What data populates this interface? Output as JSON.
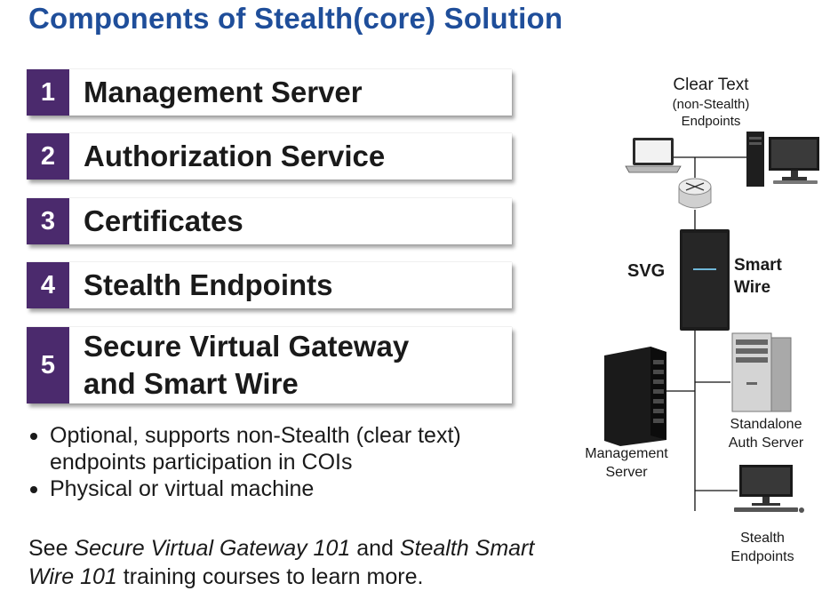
{
  "title": "Components of Stealth(core) Solution",
  "components": [
    {
      "num": "1",
      "label": "Management Server"
    },
    {
      "num": "2",
      "label": "Authorization Service"
    },
    {
      "num": "3",
      "label": "Certificates"
    },
    {
      "num": "4",
      "label": "Stealth Endpoints"
    },
    {
      "num": "5",
      "label_line1": "Secure Virtual Gateway",
      "label_line2": "and Smart Wire"
    }
  ],
  "bullets": [
    {
      "line1": "Optional, supports non-Stealth (clear text)",
      "line2": "endpoints participation in COIs"
    },
    {
      "line1": "Physical or virtual machine"
    }
  ],
  "see_more": {
    "pre": "See ",
    "course1": "Secure Virtual Gateway 101",
    "mid": " and ",
    "course2": "Stealth Smart Wire 101",
    "post": " training courses to learn more."
  },
  "diagram": {
    "clear_text_line1": "Clear Text",
    "clear_text_line2": "(non-Stealth)",
    "clear_text_line3": "Endpoints",
    "svg": "SVG",
    "smart_wire_line1": "Smart",
    "smart_wire_line2": "Wire",
    "mgmt_line1": "Management",
    "mgmt_line2": "Server",
    "auth_line1": "Standalone",
    "auth_line2": "Auth Server",
    "stealth_line1": "Stealth",
    "stealth_line2": "Endpoints"
  },
  "colors": {
    "title": "#1f4e9a",
    "number_badge": "#4b2a6d"
  },
  "icons": [
    "laptop-icon",
    "desktop-tower-icon",
    "monitor-icon",
    "router-icon",
    "gateway-tower-icon",
    "rack-server-icon",
    "tower-server-icon",
    "stealth-desktop-icon"
  ]
}
